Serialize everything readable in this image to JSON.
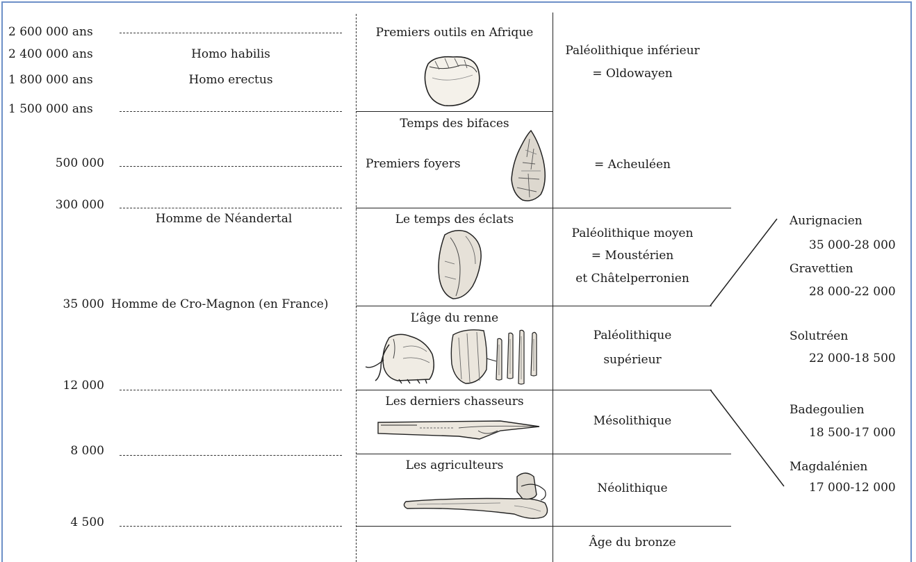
{
  "dates": {
    "d1": "2 600 000 ans",
    "d2": "2 400 000 ans",
    "d3": "1 800 000 ans",
    "d4": "1 500 000 ans",
    "d5": "500 000",
    "d6": "300 000",
    "d7": "35 000",
    "d8": "12 000",
    "d9": "8 000",
    "d10": "4 500"
  },
  "humans": {
    "habilis": "Homo habilis",
    "erectus": "Homo erectus",
    "neandertal": "Homme de Néandertal",
    "cromagnon": "Homme de Cro-Magnon (en France)"
  },
  "stages": {
    "s1": "Premiers outils en Afrique",
    "s2a": "Temps des bifaces",
    "s2b": "Premiers foyers",
    "s3": "Le temps des éclats",
    "s4": "L’âge du renne",
    "s5": "Les derniers chasseurs",
    "s6": "Les agriculteurs"
  },
  "periods": {
    "p1a": "Paléolithique inférieur",
    "p1b": "= Oldowayen",
    "p2": "= Acheuléen",
    "p3a": "Paléolithique moyen",
    "p3b": "= Moustérien",
    "p3c": "et Châtelperronien",
    "p4a": "Paléolithique",
    "p4b": "supérieur",
    "p5": "Mésolithique",
    "p6": "Néolithique",
    "p7": "Âge du bronze"
  },
  "cultures": {
    "c1": "Aurignacien",
    "c1d": "35 000-28 000",
    "c2": "Gravettien",
    "c2d": "28 000-22 000",
    "c3": "Solutréen",
    "c3d": "22 000-18 500",
    "c4": "Badegoulien",
    "c4d": "18 500-17 000",
    "c5": "Magdalénien",
    "c5d": "17 000-12 000"
  }
}
